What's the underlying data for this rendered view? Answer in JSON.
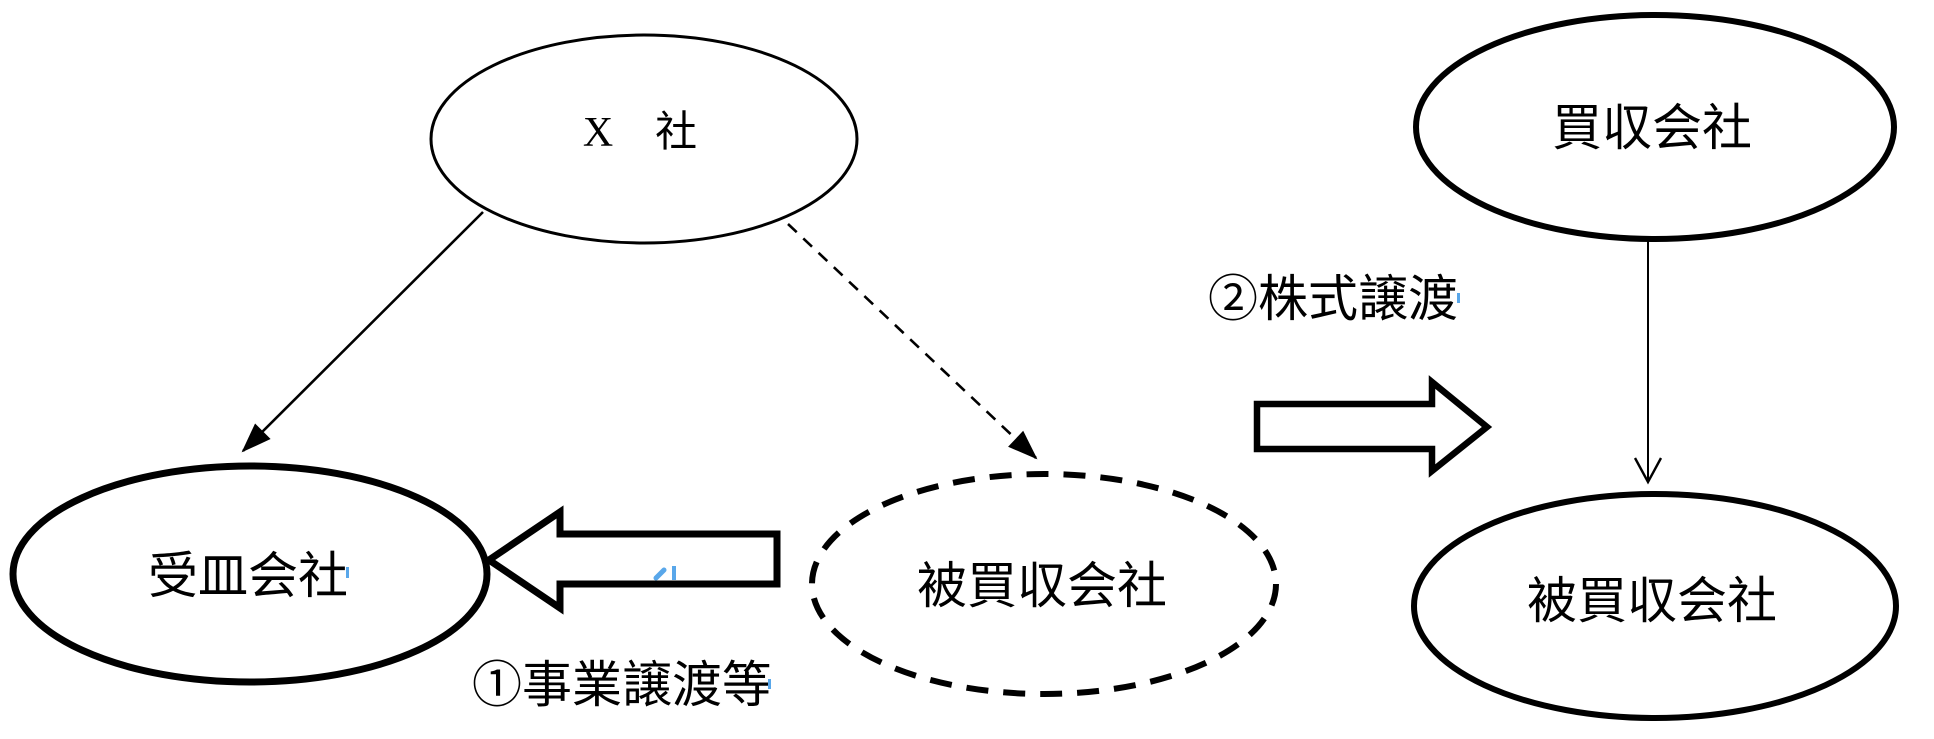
{
  "diagram": {
    "nodes": {
      "x_company": {
        "label": "X　社"
      },
      "vessel_company": {
        "label": "受皿会社"
      },
      "target_company_before": {
        "label": "被買収会社"
      },
      "acquiring_company": {
        "label": "買収会社"
      },
      "target_company_after": {
        "label": "被買収会社"
      }
    },
    "annotations": {
      "step1": {
        "label": "①事業譲渡等"
      },
      "step2": {
        "label": "②株式譲渡"
      }
    },
    "colors": {
      "ink": "#000000",
      "background": "#ffffff",
      "artifact_blue": "#59a7ea"
    }
  }
}
